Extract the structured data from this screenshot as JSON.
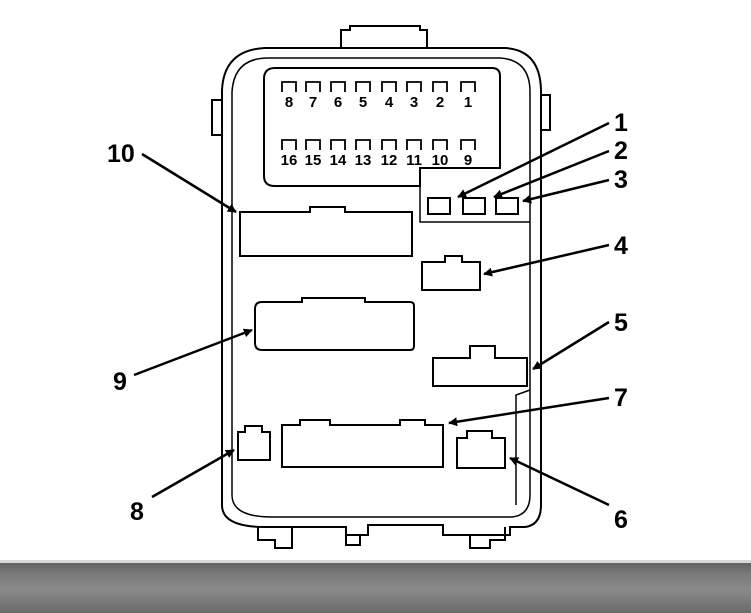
{
  "fuse_numbers_top": [
    "8",
    "7",
    "6",
    "5",
    "4",
    "3",
    "2",
    "1"
  ],
  "fuse_numbers_bottom": [
    "16",
    "15",
    "14",
    "13",
    "12",
    "11",
    "10",
    "9"
  ],
  "callouts": [
    {
      "id": "callout-1",
      "label": "1"
    },
    {
      "id": "callout-2",
      "label": "2"
    },
    {
      "id": "callout-3",
      "label": "3"
    },
    {
      "id": "callout-4",
      "label": "4"
    },
    {
      "id": "callout-5",
      "label": "5"
    },
    {
      "id": "callout-6",
      "label": "6"
    },
    {
      "id": "callout-7",
      "label": "7"
    },
    {
      "id": "callout-8",
      "label": "8"
    },
    {
      "id": "callout-9",
      "label": "9"
    },
    {
      "id": "callout-10",
      "label": "10"
    }
  ],
  "colors": {
    "line": "#000000",
    "background": "#ffffff",
    "bottom_bar": "#7c7c7c"
  }
}
